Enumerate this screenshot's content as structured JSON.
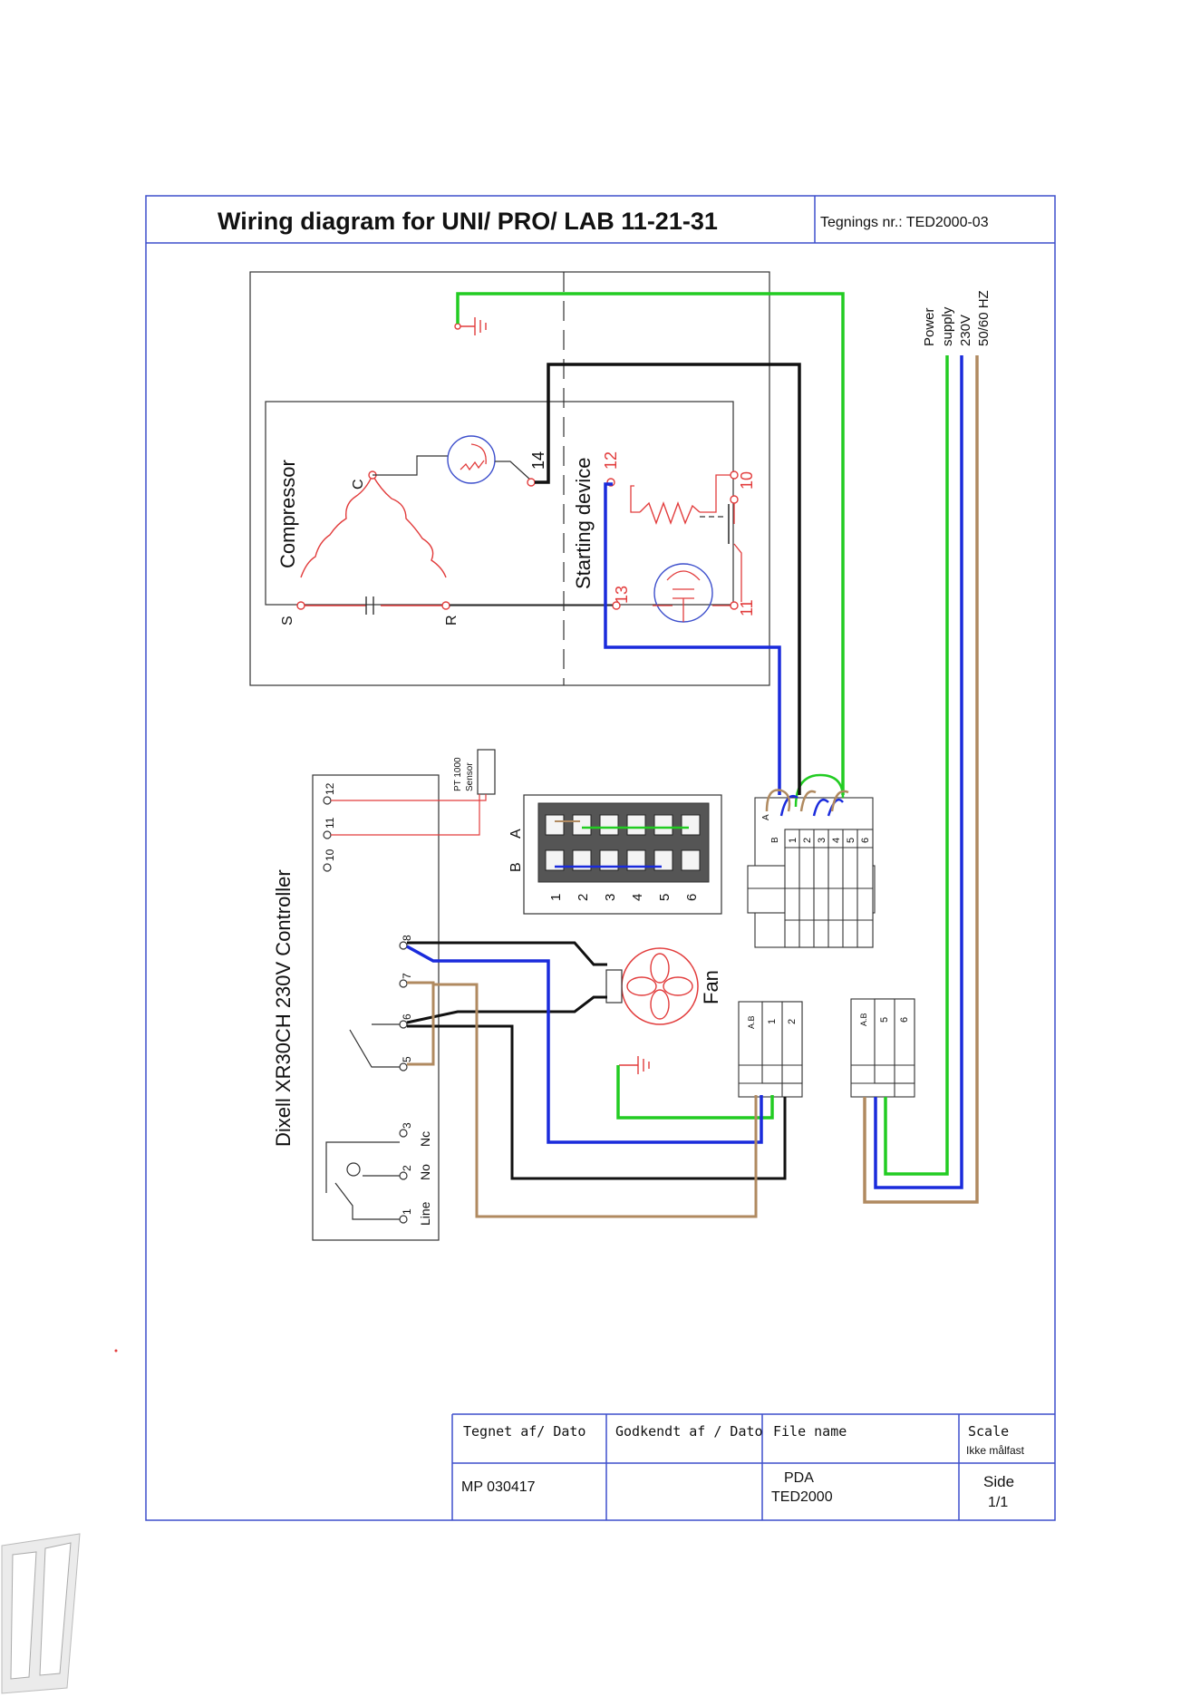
{
  "title_block": {
    "title": "Wiring diagram for UNI/ PRO/ LAB   11-21-31",
    "drawing_no": "Tegnings nr.: TED2000-03"
  },
  "power": {
    "label_1": "Power",
    "label_2": "supply",
    "label_3": "230V",
    "label_4": "50/60 HZ"
  },
  "compressor": {
    "label": "Compressor",
    "terminal_c": "C",
    "terminal_s": "S",
    "terminal_r": "R"
  },
  "starting_device": {
    "label": "Starting device",
    "t10": "10",
    "t11": "11",
    "t12": "12",
    "t13": "13",
    "t14": "14"
  },
  "controller": {
    "label": "Dixell XR30CH 230V Controller",
    "terminals": [
      "1",
      "2",
      "3",
      "5",
      "6",
      "7",
      "8",
      "10",
      "11",
      "12"
    ],
    "relay_labels": [
      "Line",
      "No",
      "Nc"
    ],
    "sensor_1": "PT 1000",
    "sensor_2": "Sensor"
  },
  "connector_ab": {
    "row_a": "A",
    "row_b": "B",
    "pins": [
      "1",
      "2",
      "3",
      "4",
      "5",
      "6"
    ]
  },
  "terminal_block_large": {
    "top_letters": [
      "A",
      "B"
    ],
    "pins": [
      "1",
      "2",
      "3",
      "4",
      "5",
      "6"
    ]
  },
  "terminal_block_fan": {
    "tag": "A.B",
    "pins": [
      "1",
      "2"
    ]
  },
  "terminal_block_power": {
    "tag": "A.B",
    "pins": [
      "5",
      "6"
    ]
  },
  "fan": {
    "label": "Fan"
  },
  "footer": {
    "drawn_by_label": "Tegnet af/ Dato",
    "approved_label": "Godkendt af / Dato",
    "file_label": "File name",
    "scale_label": "Scale",
    "scale_value": "Ikke målfast",
    "drawn_by_value": "MP 030417",
    "file_value_1": "PDA",
    "file_value_2": "TED2000",
    "side_label": "Side",
    "side_value": "1/1"
  },
  "colors": {
    "border": "#3d4fcc",
    "red": "#e23c3c",
    "green": "#22cc22",
    "blue": "#1a2bdc",
    "brown": "#b08a60",
    "black": "#111111"
  }
}
